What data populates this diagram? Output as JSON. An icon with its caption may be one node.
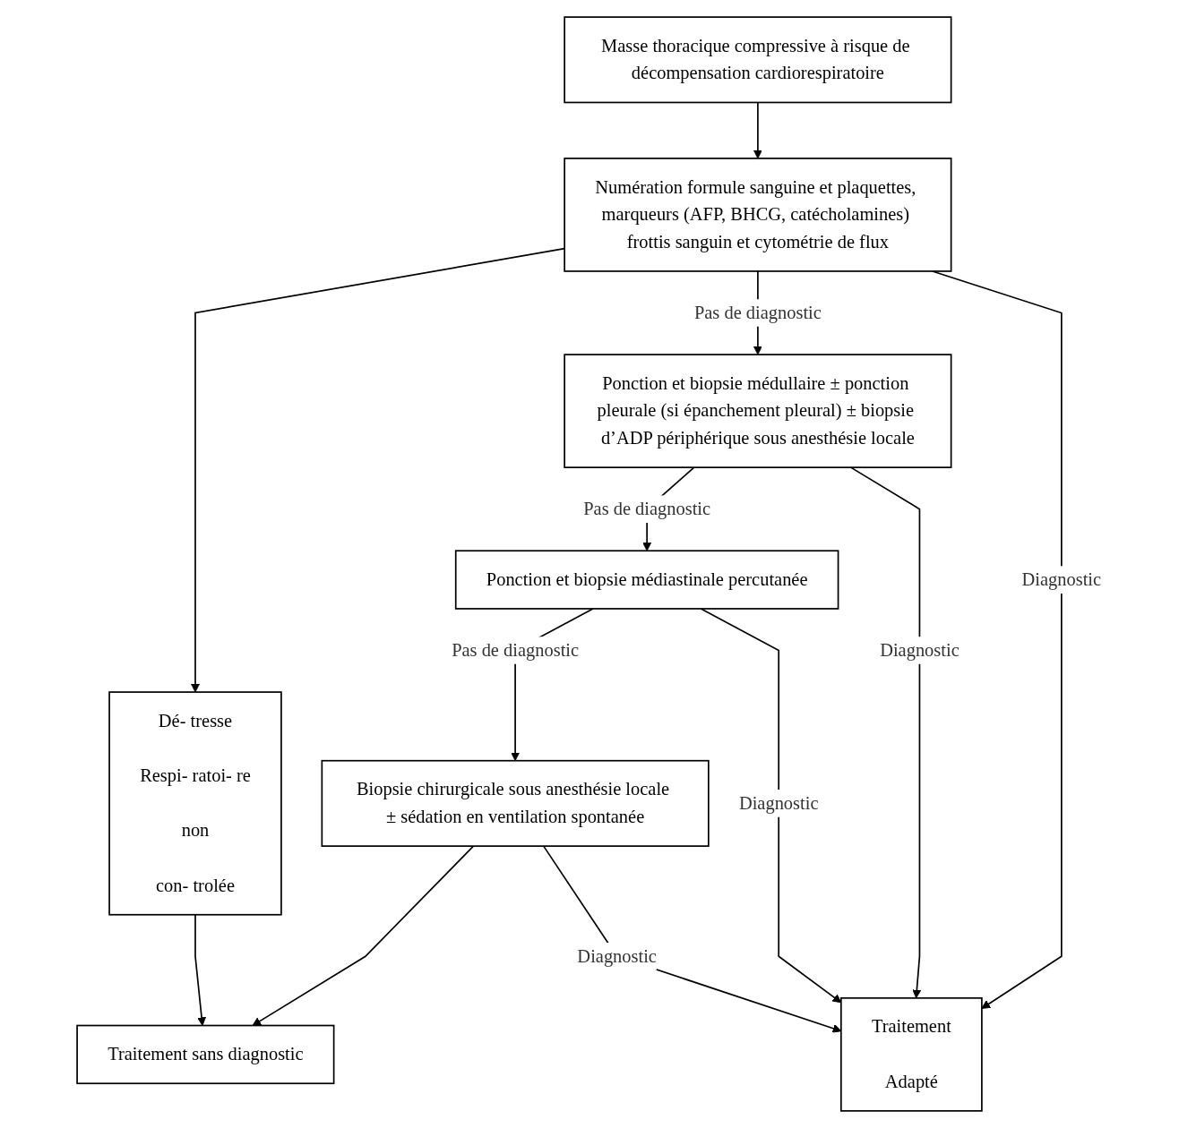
{
  "diagram": {
    "nodes": [
      {
        "text": [
          "Masse thoracique compressive à risque de décompensation cardiorespiratoire"
        ]
      },
      {
        "text": [
          "Numération formule sanguine et plaquettes, marqueurs (AFP, BHCG, catécholamines) frottis sanguin et cytométrie de flux"
        ]
      },
      {
        "text": [
          "Dé- tresse",
          "Respi- ratoi- re",
          "non",
          "con- trolée"
        ]
      },
      {
        "text": [
          "Ponction et biopsie médullaire ± ponction pleurale (si épanchement pleural) ± biopsie d’ADP périphérique sous anesthésie locale"
        ]
      },
      {
        "text": [
          "Ponction et biopsie médiastinale percutanée"
        ]
      },
      {
        "text": [
          "Biopsie chirurgicale sous anesthésie locale ± sédation en ventilation spontanée"
        ]
      },
      {
        "text": [
          "Traitement sans diagnostic"
        ]
      },
      {
        "text": [
          "Traitement",
          "Adapté"
        ]
      }
    ],
    "edges": [
      {
        "from": 0,
        "to": 1,
        "arrow": "to"
      },
      {
        "from": 1,
        "to": 2,
        "arrow": "to"
      },
      {
        "from": 1,
        "to": 7,
        "arrow": "to",
        "label": "Diagnostic"
      },
      {
        "from": 1,
        "to": 3,
        "arrow": "to",
        "label": "Pas de diagnostic"
      },
      {
        "from": 3,
        "to": 7,
        "arrow": "to",
        "label": "Diagnostic"
      },
      {
        "from": 3,
        "to": 4,
        "arrow": "to",
        "label": "Pas de diagnostic"
      },
      {
        "from": 4,
        "to": 7,
        "arrow": "to",
        "label": "Diagnostic"
      },
      {
        "from": 4,
        "to": 5,
        "arrow": "to",
        "label": "Pas de diagnostic"
      },
      {
        "from": 5,
        "to": 7,
        "arrow": "to",
        "label": "Diagnostic"
      },
      {
        "from": 5,
        "to": 6,
        "arrow": "to"
      },
      {
        "from": 2,
        "to": 6,
        "arrow": "to"
      }
    ]
  }
}
